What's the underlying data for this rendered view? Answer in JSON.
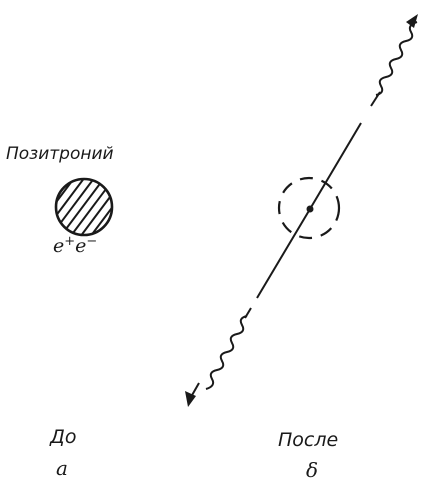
{
  "diagram": {
    "positronium_label": "Позитроний",
    "pair_label": {
      "e1": "e",
      "sup1": "+",
      "e2": "e",
      "sup2": "−"
    },
    "before": {
      "label": "До",
      "letter": "a"
    },
    "after": {
      "label": "После",
      "letter": "δ"
    },
    "colors": {
      "ink": "#1a1a1a",
      "background": "#ffffff"
    }
  }
}
